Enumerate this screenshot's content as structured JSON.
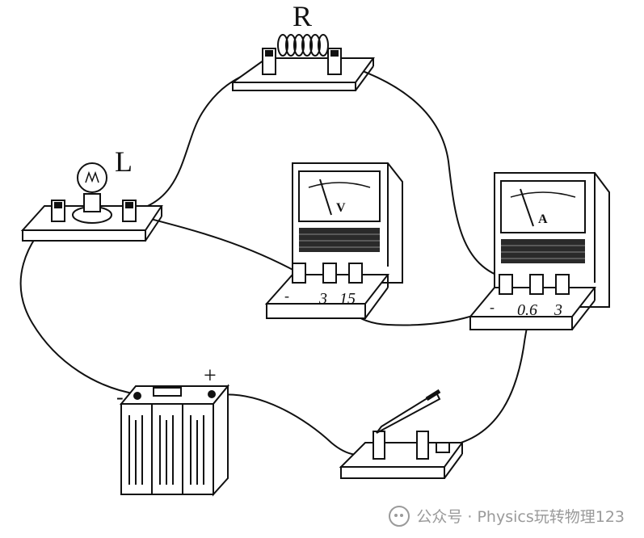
{
  "diagram": {
    "resistor_label": "R",
    "lamp_label": "L",
    "battery_positive": "+",
    "battery_negative": "-",
    "voltmeter": {
      "symbol": "V",
      "terminals": [
        "-",
        "3",
        "15"
      ]
    },
    "ammeter": {
      "symbol": "A",
      "terminals": [
        "-",
        "0.6",
        "3"
      ]
    }
  },
  "watermark": {
    "text": "公众号 · Physics玩转物理123"
  },
  "colors": {
    "ink": "#111111",
    "meter_band": "#2a2a2a",
    "watermark": "#9a9a9a"
  }
}
